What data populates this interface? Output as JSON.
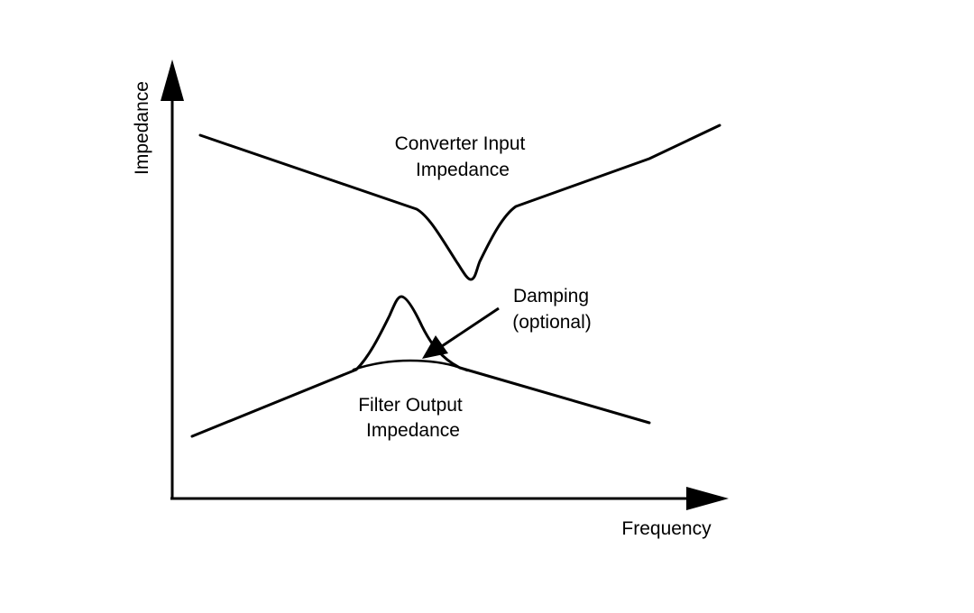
{
  "diagram": {
    "type": "impedance-vs-frequency sketch",
    "axes": {
      "y_label": "Impedance",
      "x_label": "Frequency"
    },
    "curves": [
      {
        "name": "converter-input-impedance",
        "label_line1": "Converter Input",
        "label_line2": "Impedance",
        "shape": "decreasing, sharp dip (notch), then increasing"
      },
      {
        "name": "filter-output-impedance",
        "label_line1": "Filter Output",
        "label_line2": "Impedance",
        "shape": "increasing, resonant peak, then decreasing"
      },
      {
        "name": "damped-filter-output-impedance",
        "shape": "flattened hump replacing the resonant peak"
      }
    ],
    "annotation": {
      "label_line1": "Damping",
      "label_line2": "(optional)",
      "points_to": "damped-filter-output-impedance"
    },
    "colors": {
      "stroke": "#000000",
      "background": "#ffffff"
    }
  }
}
